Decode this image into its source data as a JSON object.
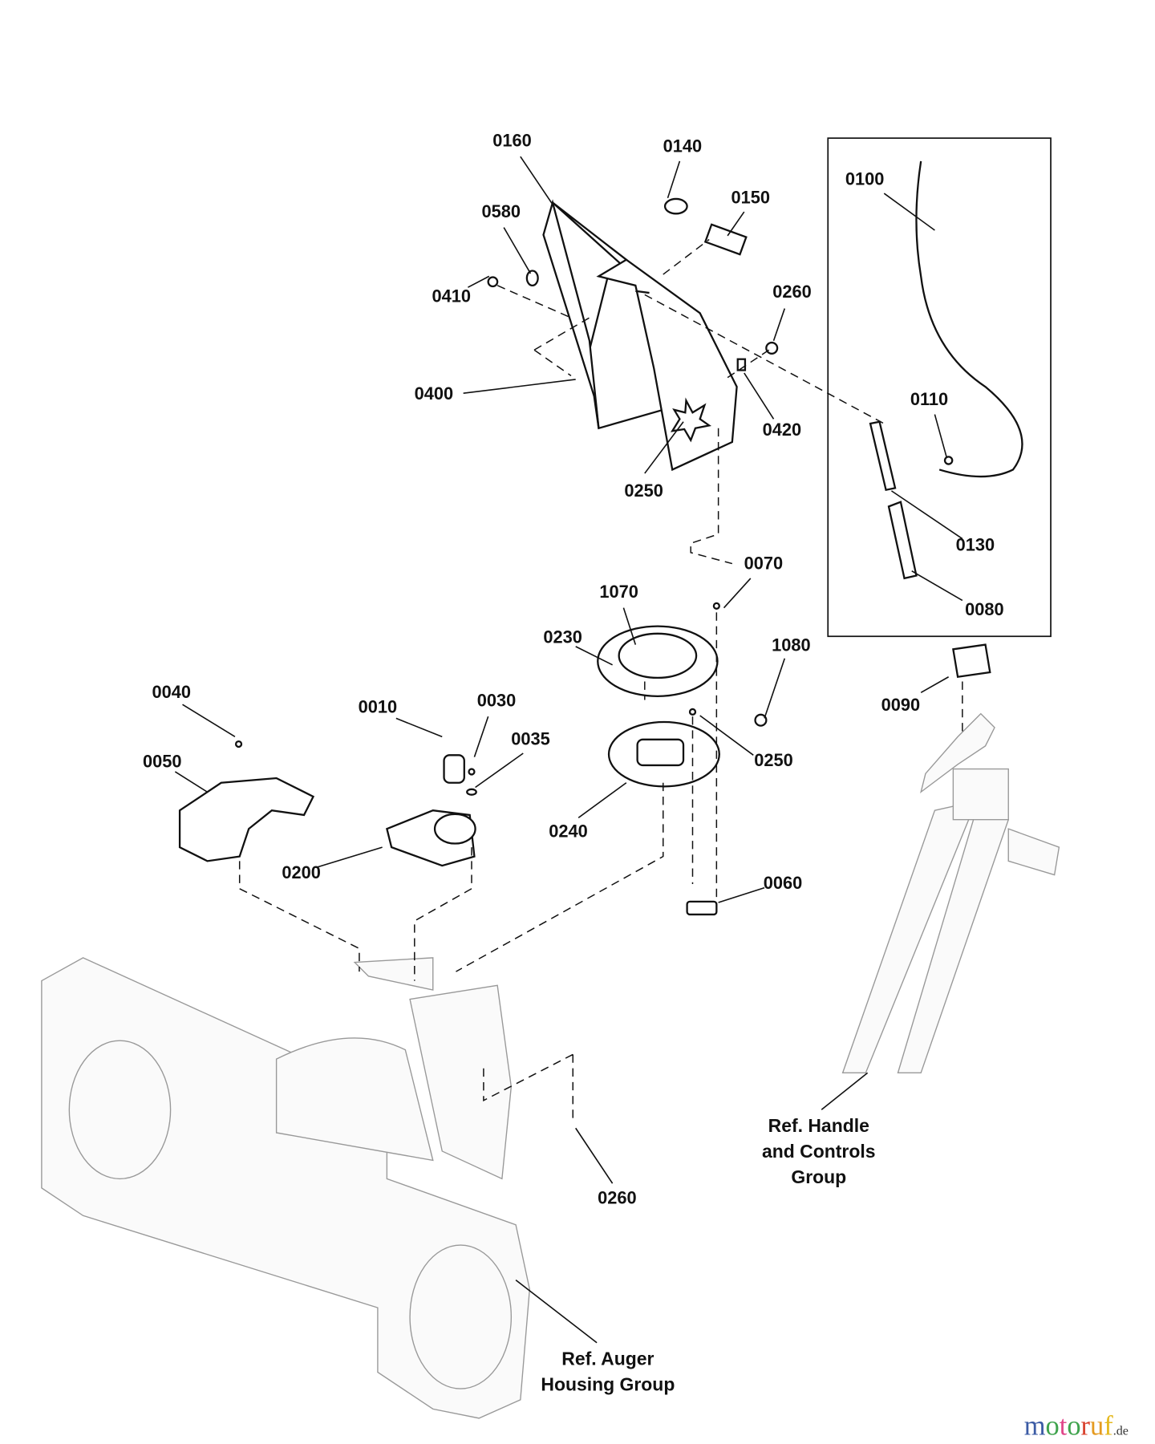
{
  "callouts": {
    "p0160": "0160",
    "p0140": "0140",
    "p0150": "0150",
    "p0580": "0580",
    "p0410": "0410",
    "p0260a": "0260",
    "p0400": "0400",
    "p0420": "0420",
    "p0250a": "0250",
    "p0100": "0100",
    "p0110": "0110",
    "p0130": "0130",
    "p0080": "0080",
    "p0070": "0070",
    "p1070": "1070",
    "p0230": "0230",
    "p1080": "1080",
    "p0040": "0040",
    "p0010": "0010",
    "p0030": "0030",
    "p0035": "0035",
    "p0050": "0050",
    "p0250b": "0250",
    "p0090": "0090",
    "p0240": "0240",
    "p0200": "0200",
    "p0060": "0060",
    "p0260b": "0260"
  },
  "references": {
    "handle": [
      "Ref. Handle",
      "and Controls",
      "Group"
    ],
    "auger": [
      "Ref. Auger",
      "Housing Group"
    ]
  },
  "watermark": {
    "text": "motoruf",
    "suffix": ".de",
    "colors": [
      "#3b5ba5",
      "#3fa34d",
      "#e0468a",
      "#3fa34d",
      "#d9432f",
      "#e59a1f",
      "#e5b91f"
    ]
  }
}
